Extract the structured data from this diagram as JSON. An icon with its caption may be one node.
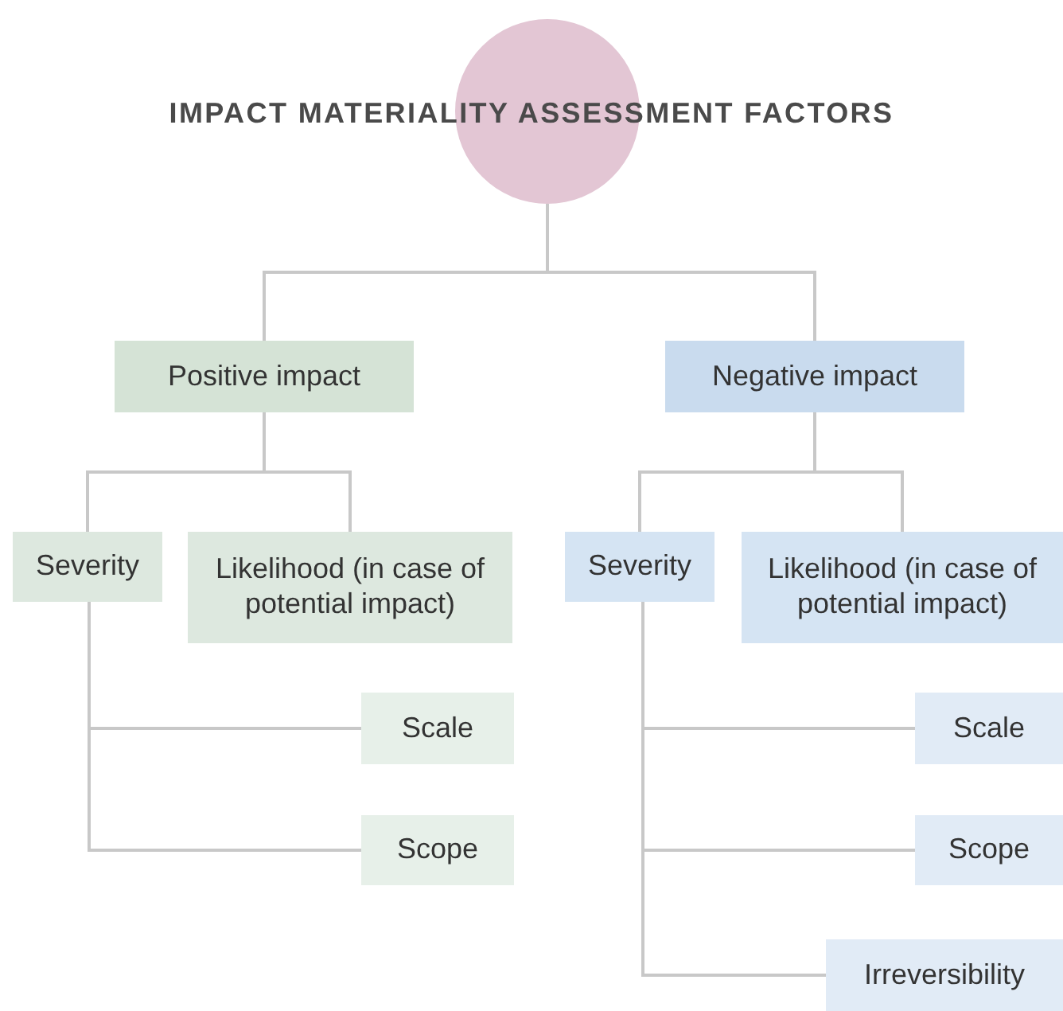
{
  "diagram": {
    "title": "IMPACT MATERIALITY ASSESSMENT FACTORS",
    "nodes": [
      {
        "text": [],
        "shape": "circle"
      },
      {
        "text": [
          "Positive impact"
        ]
      },
      {
        "text": [
          "Negative impact"
        ]
      },
      {
        "text": [
          "Severity"
        ]
      },
      {
        "text": [
          "Likelihood (in case of potential impact)"
        ]
      },
      {
        "text": [
          "Scale"
        ]
      },
      {
        "text": [
          "Scope"
        ]
      },
      {
        "text": [
          "Severity"
        ]
      },
      {
        "text": [
          "Likelihood (in case of potential impact)"
        ]
      },
      {
        "text": [
          "Scale"
        ]
      },
      {
        "text": [
          "Scope"
        ]
      },
      {
        "text": [
          "Irreversibility"
        ]
      }
    ],
    "edges": [
      {
        "from": 0,
        "to": 1,
        "arrow": "none"
      },
      {
        "from": 0,
        "to": 2,
        "arrow": "none"
      },
      {
        "from": 1,
        "to": 3,
        "arrow": "none"
      },
      {
        "from": 1,
        "to": 4,
        "arrow": "none"
      },
      {
        "from": 3,
        "to": 5,
        "arrow": "none"
      },
      {
        "from": 3,
        "to": 6,
        "arrow": "none"
      },
      {
        "from": 2,
        "to": 7,
        "arrow": "none"
      },
      {
        "from": 2,
        "to": 8,
        "arrow": "none"
      },
      {
        "from": 7,
        "to": 9,
        "arrow": "none"
      },
      {
        "from": 7,
        "to": 10,
        "arrow": "none"
      },
      {
        "from": 7,
        "to": 11,
        "arrow": "none"
      }
    ]
  }
}
